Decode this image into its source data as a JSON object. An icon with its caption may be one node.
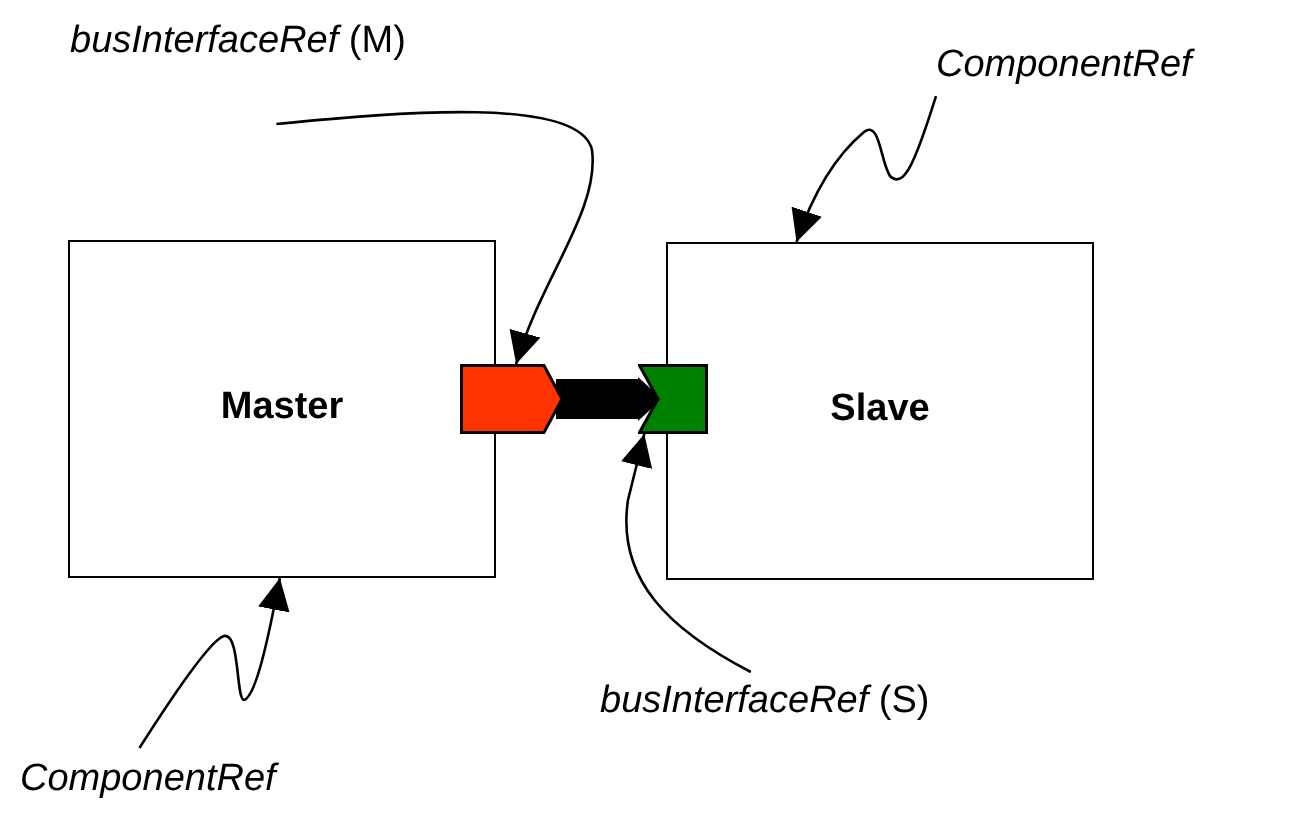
{
  "diagram": {
    "nodes": [
      {
        "text": [
          "Master"
        ]
      },
      {
        "text": [
          "Slave"
        ]
      },
      {
        "text": [],
        "shape": "box"
      },
      {
        "text": [],
        "shape": "box"
      },
      {
        "text": [
          "*busInterfaceRef* (M)"
        ]
      },
      {
        "text": [
          "ComponentRef"
        ]
      },
      {
        "text": [
          "ComponentRef"
        ]
      },
      {
        "text": [
          "*busInterfaceRef* (S)"
        ]
      }
    ],
    "edges": [
      {
        "from": 2,
        "to": 3,
        "arrow": "to",
        "style": "thick"
      },
      {
        "from": 4,
        "to": 2,
        "arrow": "to"
      },
      {
        "from": 5,
        "to": 1,
        "arrow": "to"
      },
      {
        "from": 6,
        "to": 0,
        "arrow": "to"
      },
      {
        "from": 7,
        "to": 3,
        "arrow": "to"
      }
    ]
  }
}
